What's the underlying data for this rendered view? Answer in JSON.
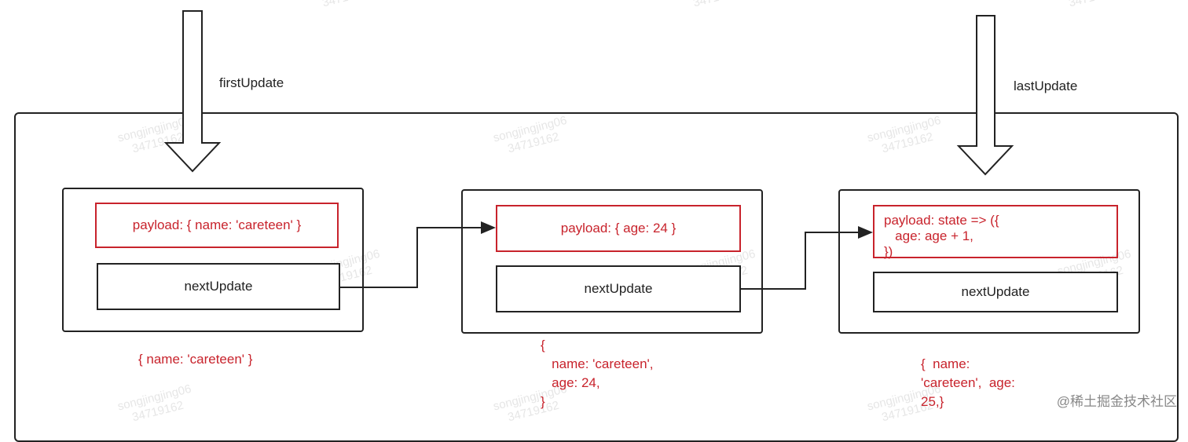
{
  "pointers": {
    "first_label": "firstUpdate",
    "last_label": "lastUpdate"
  },
  "updates": [
    {
      "payload": "payload: { name: 'careteen' }",
      "next": "nextUpdate",
      "state": "{ name: 'careteen' }"
    },
    {
      "payload": "payload: { age: 24 }",
      "next": "nextUpdate",
      "state": "{\n   name: 'careteen',\n   age: 24,\n}"
    },
    {
      "payload": "payload: state => ({\n   age: age + 1,\n})",
      "next": "nextUpdate",
      "state": "{  name:\n'careteen',  age:\n25,}"
    }
  ],
  "watermark": "songjingjing06\n34719162",
  "site_mark": "@稀土掘金技术社区",
  "colors": {
    "payload_border": "#c8232c",
    "state_text": "#c8232c",
    "outline": "#222222"
  }
}
